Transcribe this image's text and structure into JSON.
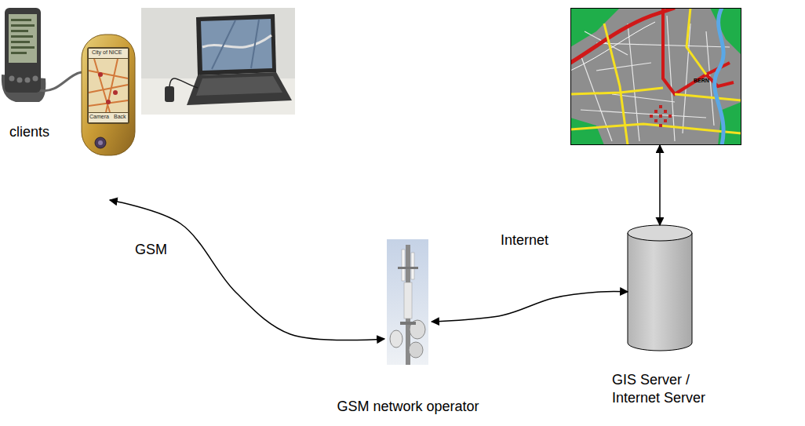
{
  "diagram": {
    "nodes": [
      {
        "text": [
          "clients"
        ]
      },
      {
        "text": [
          "BERN"
        ]
      },
      {
        "text": [
          "GSM network operator"
        ]
      },
      {
        "text": [
          "GIS Server / Internet Server"
        ]
      }
    ],
    "edges": [
      {
        "from": 0,
        "to": 2,
        "label": "GSM",
        "arrow": "both"
      },
      {
        "from": 2,
        "to": 3,
        "label": "Internet",
        "arrow": "both"
      },
      {
        "from": 3,
        "to": 1,
        "arrow": "both"
      }
    ],
    "labels": [
      "City of NICE",
      "Camera",
      "Back"
    ]
  }
}
